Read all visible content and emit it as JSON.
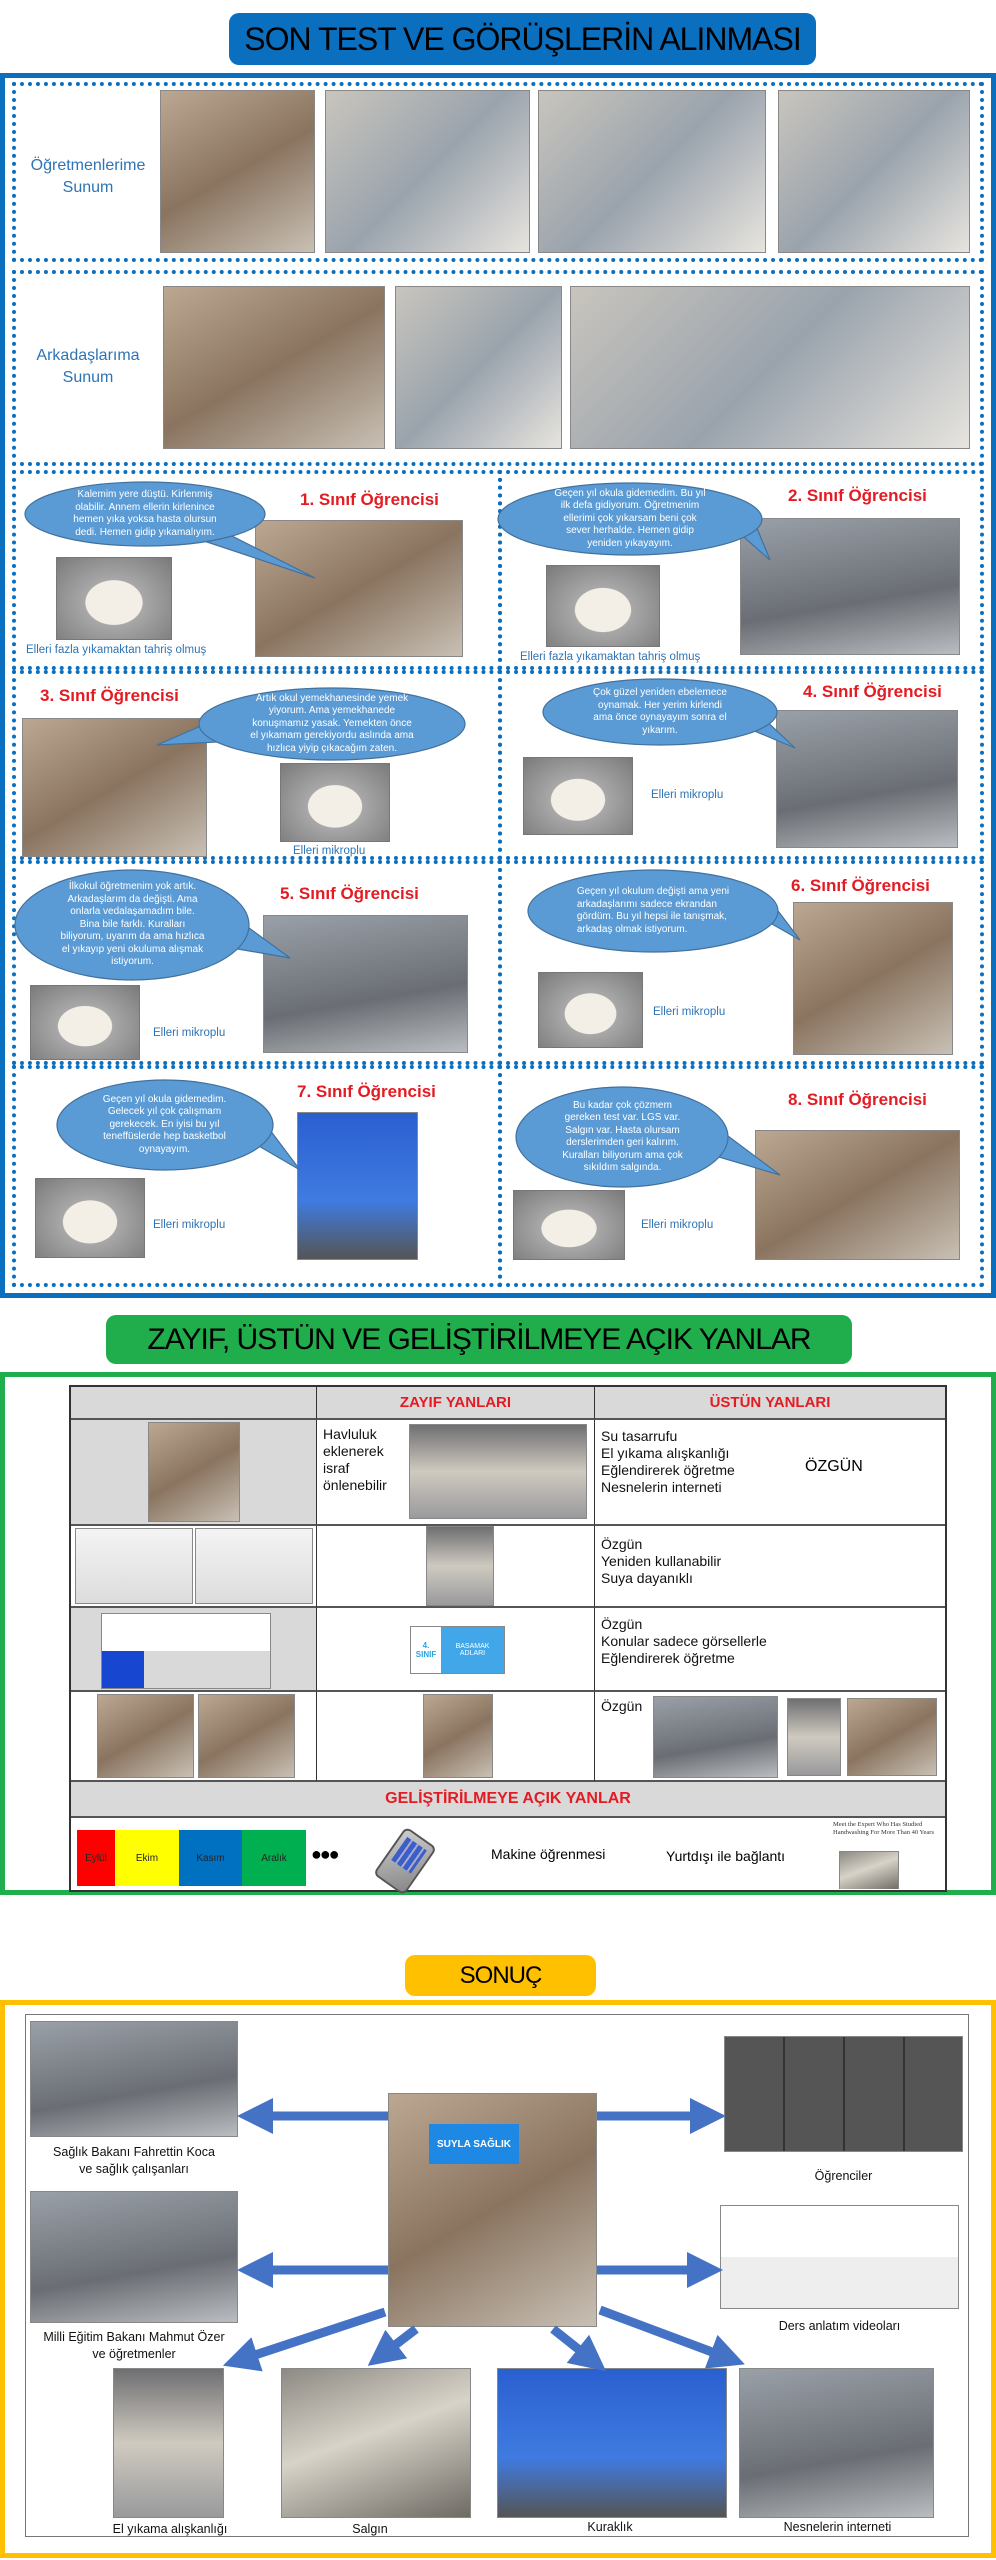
{
  "section1": {
    "title": "SON TEST VE GÖRÜŞLERİN ALINMASI",
    "teachers_label": "Öğretmenlerime\nSunum",
    "friends_label": "Arkadaşlarıma\nSunum",
    "students": [
      {
        "title": "1. Sınıf Öğrencisi",
        "quote": "Kalemim yere düştü. Kirlenmiş\nolabilir. Annem ellerin kirlenince\nhemen yıka yoksa hasta olursun\ndedi. Hemen gidip yıkamalıyım.",
        "caption": "Elleri fazla yıkamaktan tahriş olmuş"
      },
      {
        "title": "2. Sınıf Öğrencisi",
        "quote": "Geçen yıl okula gidemedim. Bu yıl\nilk defa gidiyorum. Öğretmenim\nellerimi çok yıkarsam beni çok\nsever herhalde. Hemen gidip\nyeniden yıkayayım.",
        "caption": "Elleri fazla yıkamaktan tahriş olmuş"
      },
      {
        "title": "3. Sınıf Öğrencisi",
        "quote": "Artık okul yemekhanesinde yemek\nyiyorum. Ama yemekhanede\nkonuşmamız yasak. Yemekten önce\nel yıkamam gerekiyordu aslında ama\nhızlıca yiyip çıkacağım zaten.",
        "caption": "Elleri mikroplu"
      },
      {
        "title": "4. Sınıf Öğrencisi",
        "quote": "Çok güzel yeniden ebelemece\noynamak. Her yerim kirlendi\nama önce oynayayım sonra el\nyıkarım.",
        "caption": "Elleri mikroplu"
      },
      {
        "title": "5. Sınıf Öğrencisi",
        "quote": "İlkokul öğretmenim yok artık.\nArkadaşlarım da değişti. Ama\nonlarla vedalaşamadım bile.\nBina bile farklı. Kuralları\nbiliyorum, uyarım da ama hızlıca\nel yıkayıp yeni okuluma alışmak\nistiyorum.",
        "caption": "Elleri mikroplu"
      },
      {
        "title": "6. Sınıf Öğrencisi",
        "quote": "Geçen yıl okulum değişti ama yeni\narkadaşlarımı sadece ekrandan\ngördüm. Bu yıl hepsi ile tanışmak,\narkadaş olmak istiyorum.",
        "caption": "Elleri mikroplu"
      },
      {
        "title": "7. Sınıf Öğrencisi",
        "quote": "Geçen yıl okula gidemedim.\nGelecek yıl çok çalışmam\ngerekecek. En iyisi bu yıl\nteneffüslerde hep basketbol\noynayayım.",
        "caption": "Elleri mikroplu"
      },
      {
        "title": "8. Sınıf Öğrencisi",
        "quote": "Bu kadar çok çözmem\ngereken test var. LGS var.\nSalgın var. Hasta olursam\nderslerimden geri kalırım.\nKuralları biliyorum ama çok\nsıkıldım salgında.",
        "caption": "Elleri mikroplu"
      }
    ]
  },
  "section2": {
    "title": "ZAYIF, ÜSTÜN VE GELİŞTİRİLMEYE AÇIK YANLAR",
    "col_weak": "ZAYIF YANLARI",
    "col_strong": "ÜSTÜN YANLARI",
    "rows": [
      {
        "weak": "Havluluk\neklenerek\nisraf\nönlenebilir",
        "strong": "Su tasarrufu\nEl yıkama alışkanlığı\nEğlendirerek öğretme\nNesnelerin interneti",
        "badge": "ÖZGÜN"
      },
      {
        "weak": "",
        "strong": "Özgün\nYeniden kullanabilir\nSuya dayanıklı"
      },
      {
        "weak_thumb_left": "4.\nSINIF",
        "weak_thumb_right": "BASAMAK\nADLARI",
        "strong": "Özgün\nKonular sadece görsellerle\nEğlendirerek öğretme"
      },
      {
        "weak": "",
        "strong": "Özgün"
      }
    ],
    "improve_title": "GELİŞTİRİLMEYE AÇIK YANLAR",
    "months": [
      {
        "label": "Eylül",
        "color": "#ff0000"
      },
      {
        "label": "Ekim",
        "color": "#ffff00"
      },
      {
        "label": "Kasım",
        "color": "#0070c0"
      },
      {
        "label": "Aralık",
        "color": "#00b050"
      }
    ],
    "ellipsis": "●●●",
    "machine_learning": "Makine öğrenmesi",
    "abroad": "Yurtdışı ile bağlantı",
    "article_title": "Meet the Expert Who Has Studied Handwashing For More Than 40 Years"
  },
  "section3": {
    "title": "SONUÇ",
    "center_logo": "SUYLA SAĞLIK",
    "targets": {
      "health": "Sağlık Bakanı Fahrettin Koca\nve sağlık çalışanları",
      "education": "Milli Eğitim Bakanı Mahmut Özer\nve öğretmenler",
      "students": "Öğrenciler",
      "videos": "Ders anlatım videoları",
      "habit": "El yıkama alışkanlığı",
      "pandemic": "Salgın",
      "drought": "Kuraklık",
      "iot": "Nesnelerin interneti"
    }
  },
  "colors": {
    "blue": "#0070c0",
    "green": "#1fae4b",
    "yellow": "#ffc000",
    "red": "#e31b23",
    "bubble": "#5b9bd5",
    "arrow": "#4472c4"
  }
}
